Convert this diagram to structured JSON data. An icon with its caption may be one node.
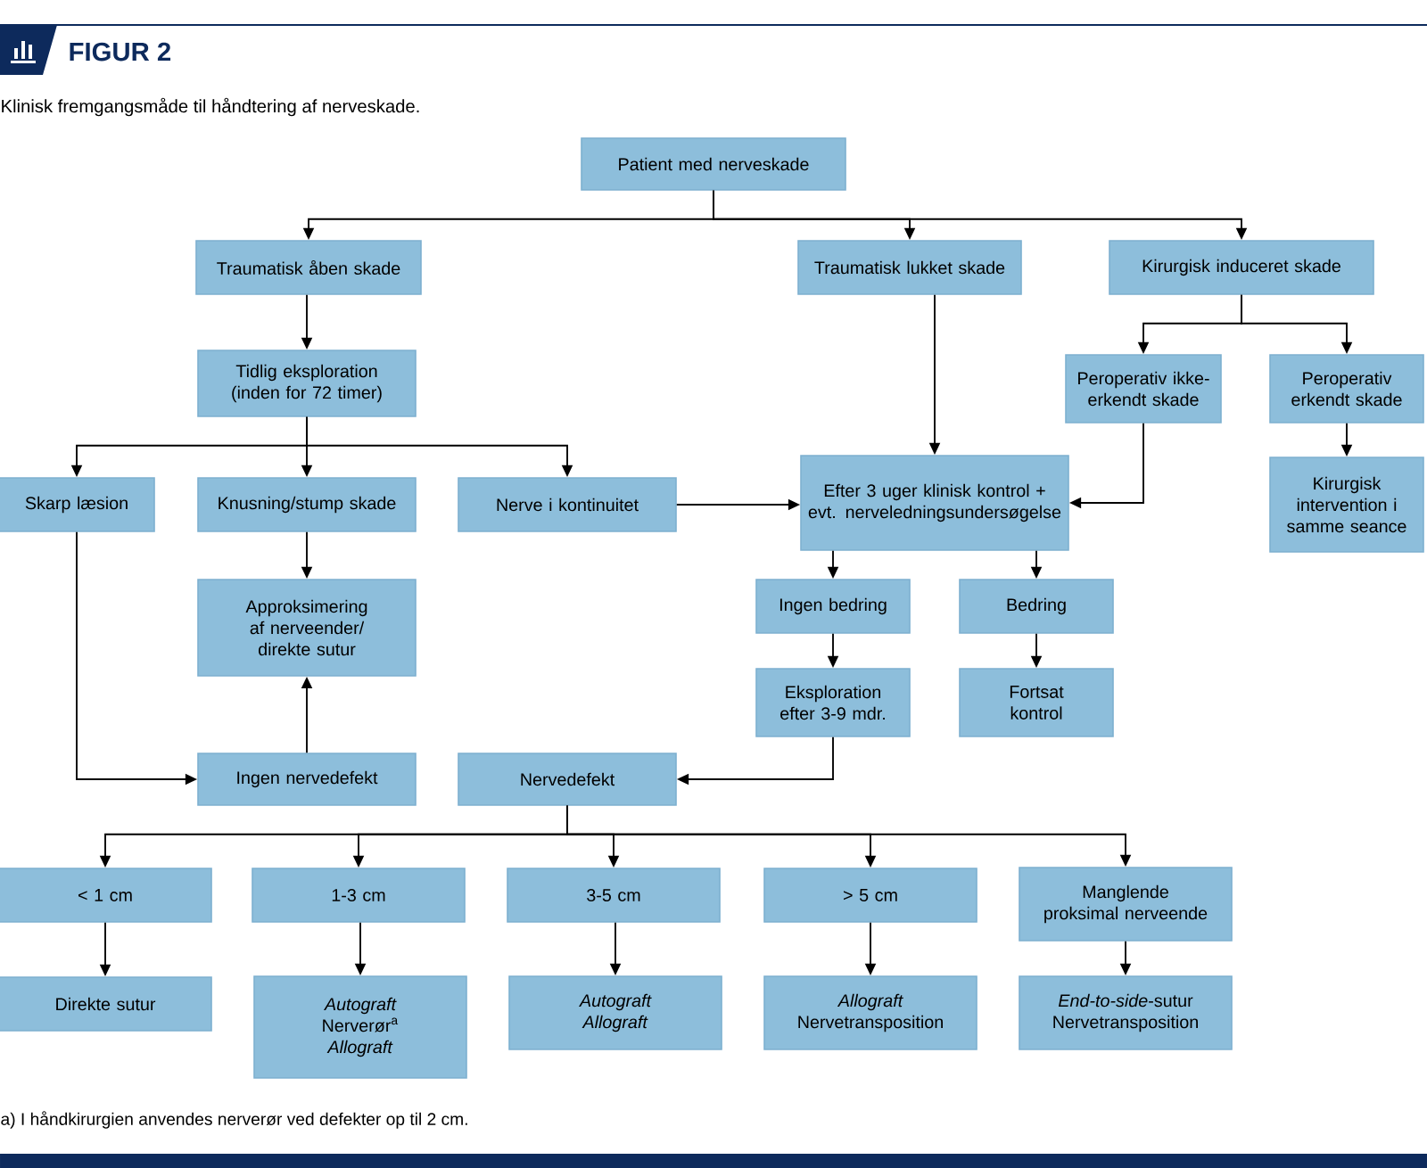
{
  "diagram": {
    "title": "FIGUR 2",
    "caption": "Klinisk fremgangsmåde til håndtering af nerveskade.",
    "nodes": [
      {
        "text": [
          "Patient med nerveskade"
        ]
      },
      {
        "text": [
          "Traumatisk åben skade"
        ]
      },
      {
        "text": [
          "Traumatisk lukket skade"
        ]
      },
      {
        "text": [
          "Kirurgisk induceret skade"
        ]
      },
      {
        "text": [
          "Tidlig eksploration (inden for 72 timer)"
        ]
      },
      {
        "text": [
          "Skarp læsion"
        ]
      },
      {
        "text": [
          "Knusning/stump skade"
        ]
      },
      {
        "text": [
          "Nerve i kontinuitet"
        ]
      },
      {
        "text": [
          "Peroperativ ikke-erkendt skade"
        ]
      },
      {
        "text": [
          "Peroperativ erkendt skade"
        ]
      },
      {
        "text": [
          "Efter 3 uger klinisk kontrol + evt. nerveledningsundersøgelse"
        ]
      },
      {
        "text": [
          "Kirurgisk intervention i samme seance"
        ]
      },
      {
        "text": [
          "Approksimering af nerveender/ direkte sutur"
        ]
      },
      {
        "text": [
          "Ingen bedring"
        ]
      },
      {
        "text": [
          "Bedring"
        ]
      },
      {
        "text": [
          "Eksploration efter 3-9 mdr."
        ]
      },
      {
        "text": [
          "Fortsat kontrol"
        ]
      },
      {
        "text": [
          "Ingen nervedefekt"
        ]
      },
      {
        "text": [
          "Nervedefekt"
        ]
      },
      {
        "text": [
          "< 1 cm"
        ]
      },
      {
        "text": [
          "1-3 cm"
        ]
      },
      {
        "text": [
          "3-5 cm"
        ]
      },
      {
        "text": [
          "> 5 cm"
        ]
      },
      {
        "text": [
          "Manglende proksimal nerveende"
        ]
      },
      {
        "text": [
          "Direkte sutur"
        ]
      },
      {
        "text": [
          "*Autograft* Nerverør$^{a}$ *Allograft*"
        ]
      },
      {
        "text": [
          "*Autograft* *Allograft*"
        ]
      },
      {
        "text": [
          "*Allograft* Nervetransposition"
        ]
      },
      {
        "text": [
          "*End-to-side*-sutur Nervetransposition"
        ]
      }
    ],
    "edges": [
      {
        "from": 0,
        "to": 1,
        "arrow": "to"
      },
      {
        "from": 0,
        "to": 2,
        "arrow": "to"
      },
      {
        "from": 0,
        "to": 3,
        "arrow": "to"
      },
      {
        "from": 1,
        "to": 4,
        "arrow": "to"
      },
      {
        "from": 4,
        "to": 5,
        "arrow": "to"
      },
      {
        "from": 4,
        "to": 6,
        "arrow": "to"
      },
      {
        "from": 4,
        "to": 7,
        "arrow": "to"
      },
      {
        "from": 2,
        "to": 10,
        "arrow": "to"
      },
      {
        "from": 3,
        "to": 8,
        "arrow": "to"
      },
      {
        "from": 3,
        "to": 9,
        "arrow": "to"
      },
      {
        "from": 8,
        "to": 10,
        "arrow": "to"
      },
      {
        "from": 9,
        "to": 11,
        "arrow": "to"
      },
      {
        "from": 7,
        "to": 10,
        "arrow": "to"
      },
      {
        "from": 5,
        "to": 17,
        "arrow": "to"
      },
      {
        "from": 6,
        "to": 12,
        "arrow": "to"
      },
      {
        "from": 17,
        "to": 12,
        "arrow": "to"
      },
      {
        "from": 10,
        "to": 13,
        "arrow": "to"
      },
      {
        "from": 10,
        "to": 14,
        "arrow": "to"
      },
      {
        "from": 13,
        "to": 15,
        "arrow": "to"
      },
      {
        "from": 14,
        "to": 16,
        "arrow": "to"
      },
      {
        "from": 15,
        "to": 18,
        "arrow": "to"
      },
      {
        "from": 18,
        "to": 19,
        "arrow": "to"
      },
      {
        "from": 18,
        "to": 20,
        "arrow": "to"
      },
      {
        "from": 18,
        "to": 21,
        "arrow": "to"
      },
      {
        "from": 18,
        "to": 22,
        "arrow": "to"
      },
      {
        "from": 18,
        "to": 23,
        "arrow": "to"
      },
      {
        "from": 19,
        "to": 24,
        "arrow": "to"
      },
      {
        "from": 20,
        "to": 25,
        "arrow": "to"
      },
      {
        "from": 21,
        "to": 26,
        "arrow": "to"
      },
      {
        "from": 22,
        "to": 27,
        "arrow": "to"
      },
      {
        "from": 23,
        "to": 28,
        "arrow": "to"
      }
    ],
    "labels": [
      "a) I håndkirurgien anvendes nerverør ved defekter op til 2 cm."
    ]
  }
}
